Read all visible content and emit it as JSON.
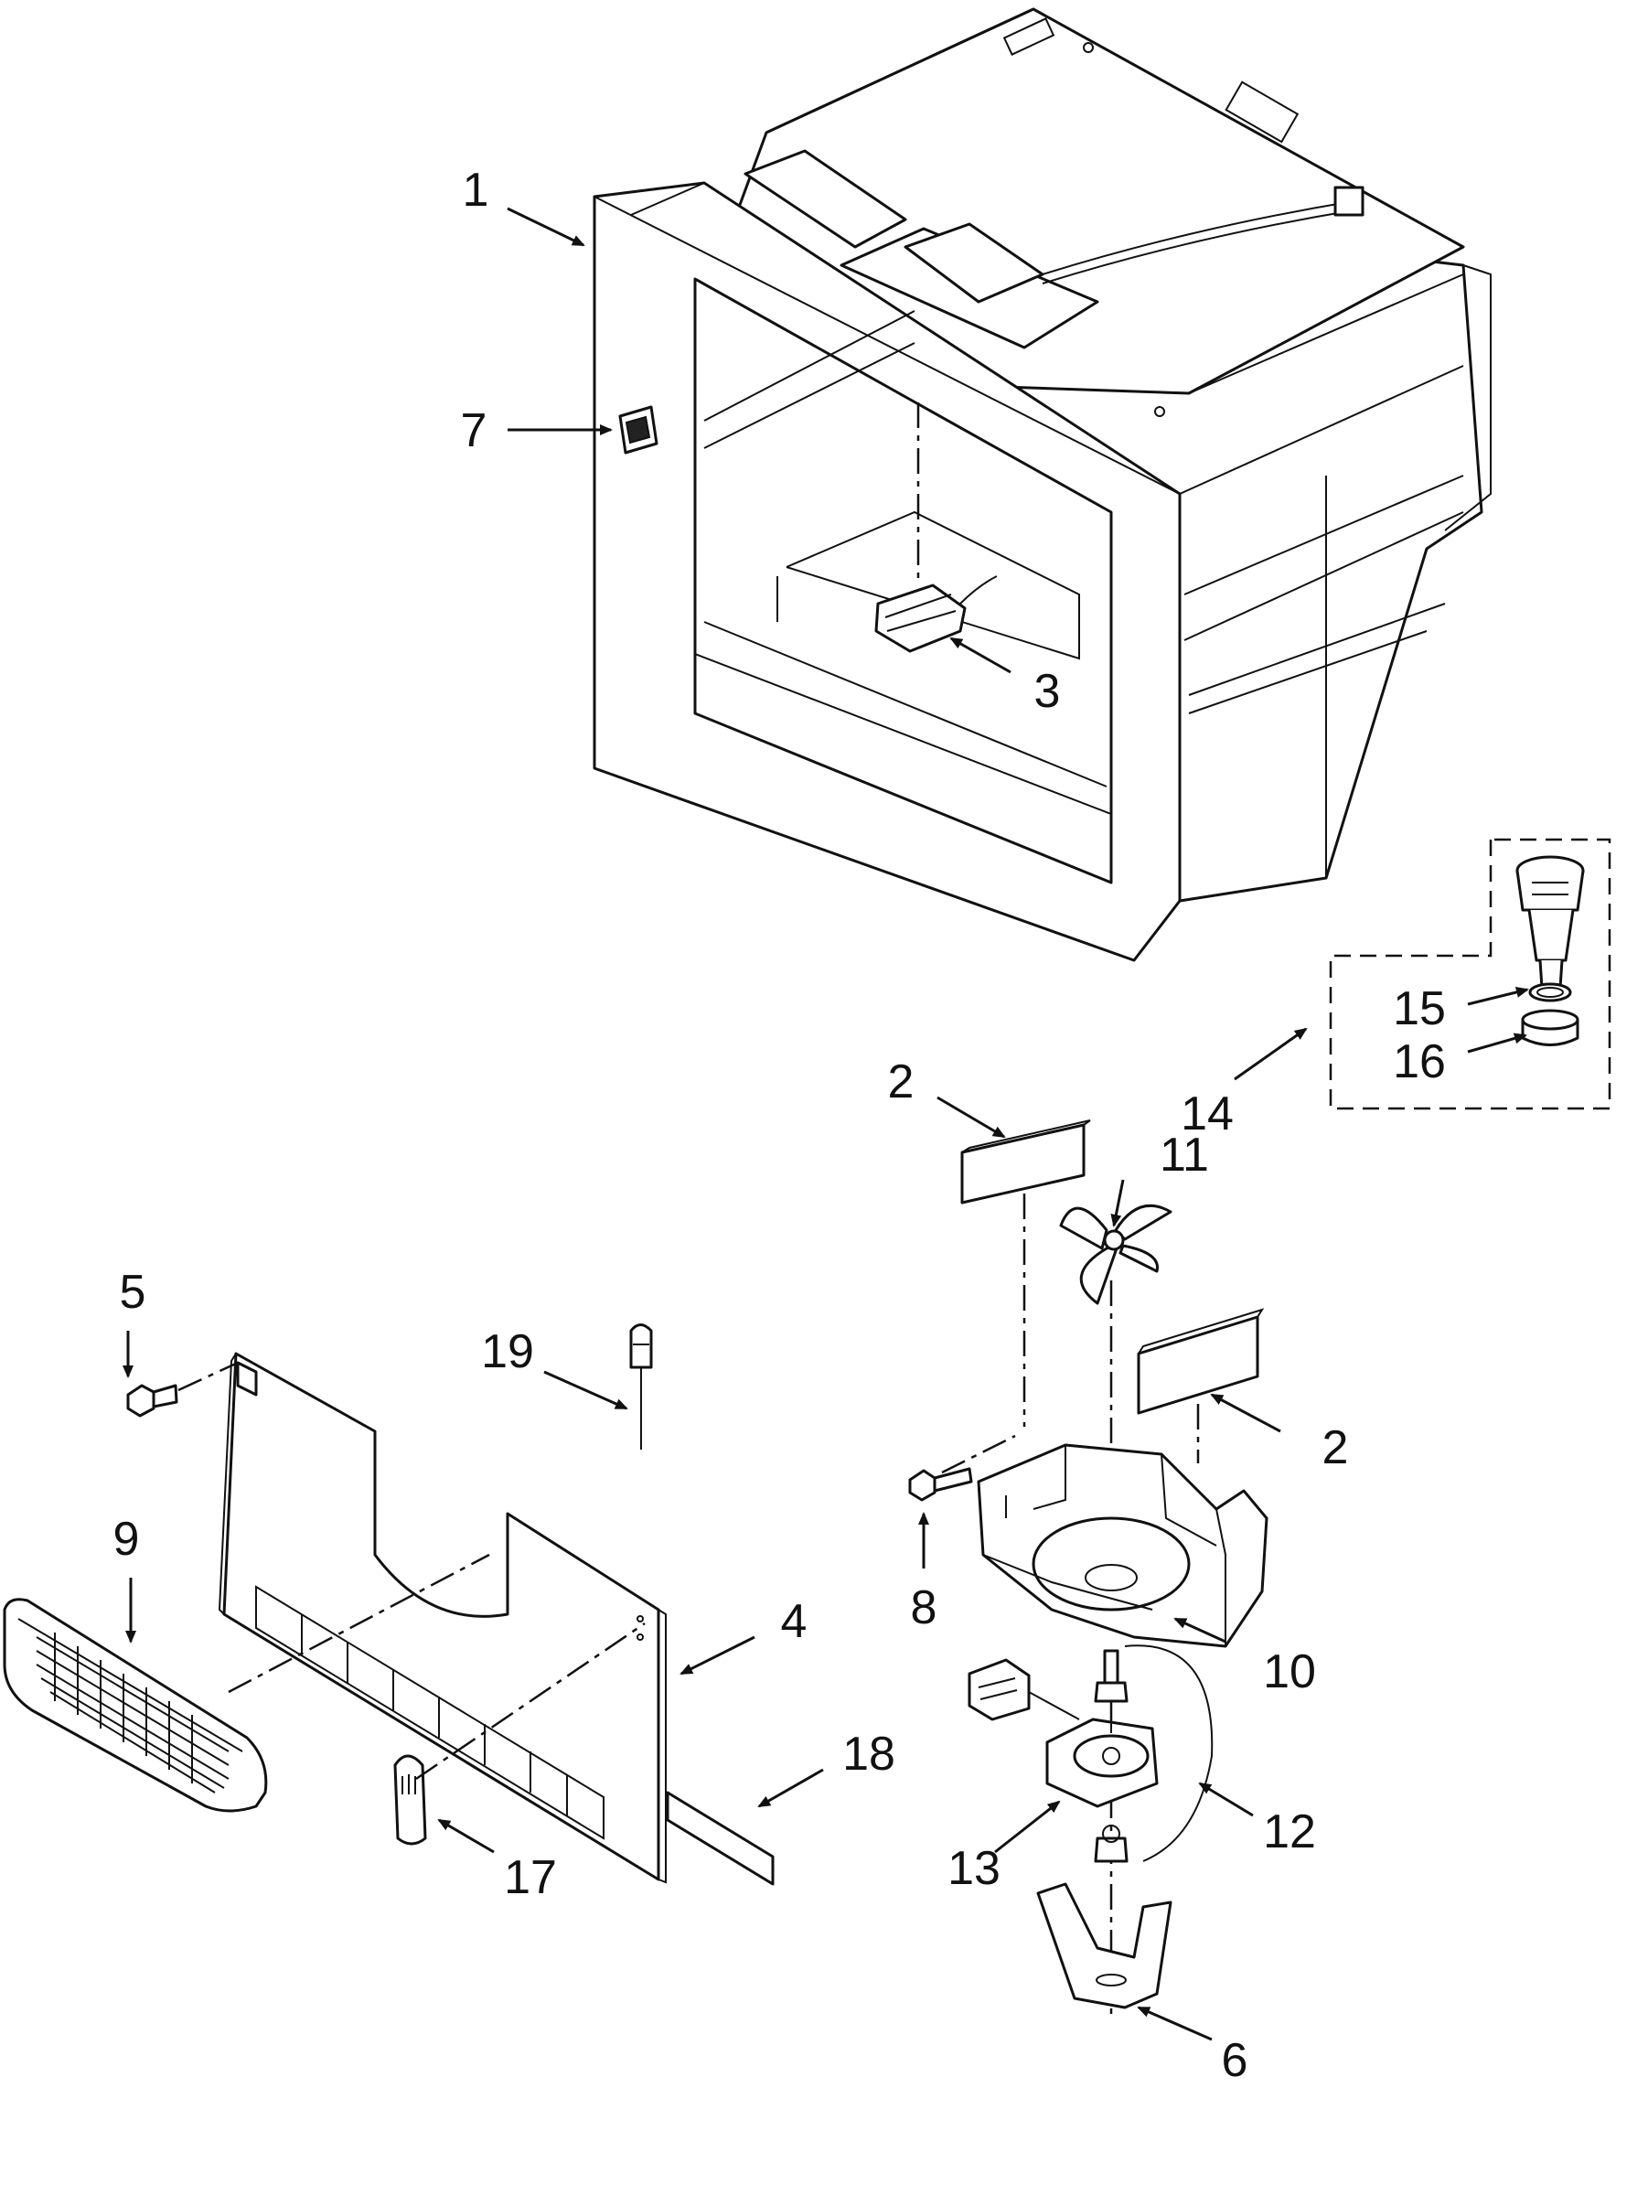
{
  "diagram": {
    "callouts": {
      "c1": "1",
      "c2a": "2",
      "c2b": "2",
      "c3": "3",
      "c4": "4",
      "c5": "5",
      "c6": "6",
      "c7": "7",
      "c8": "8",
      "c9": "9",
      "c10": "10",
      "c11": "11",
      "c12": "12",
      "c13": "13",
      "c14": "14",
      "c15": "15",
      "c16": "16",
      "c17": "17",
      "c18": "18",
      "c19": "19"
    }
  }
}
